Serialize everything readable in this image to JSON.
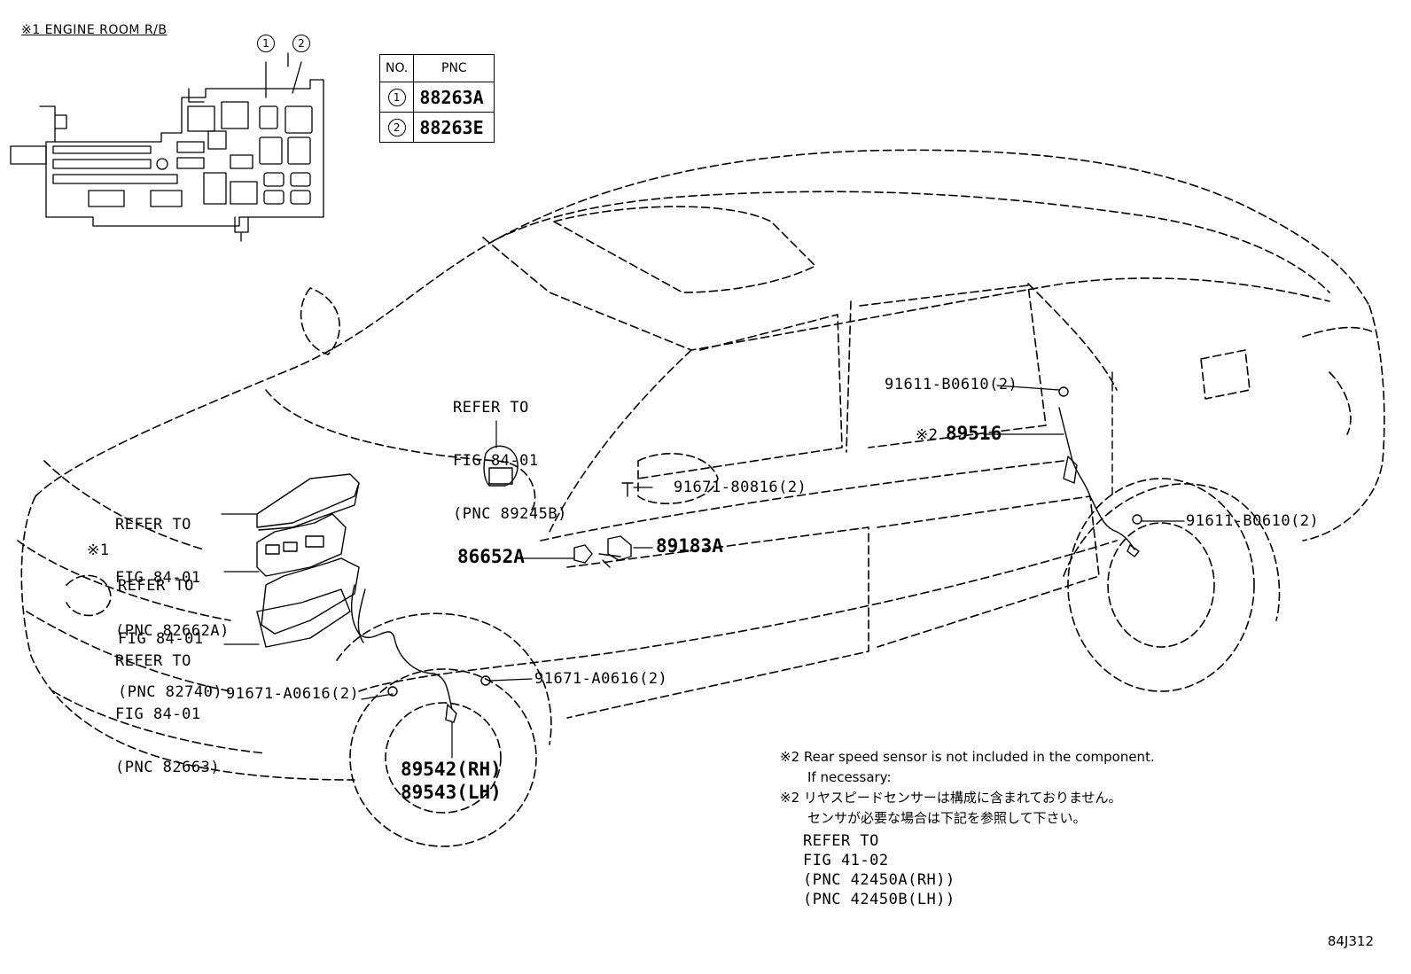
{
  "engine_room_title": "※1 ENGINE ROOM R/B",
  "inset_callouts": [
    "1",
    "2"
  ],
  "pnc_table": {
    "headers": [
      "NO.",
      "PNC"
    ],
    "rows": [
      {
        "no": "1",
        "pnc": "88263A"
      },
      {
        "no": "2",
        "pnc": "88263E"
      }
    ]
  },
  "labels": {
    "refer_89245b": [
      "REFER TO",
      "FIG 84-01",
      "(PNC 89245B)"
    ],
    "refer_82662a": [
      "REFER TO",
      "FIG 84-01",
      "(PNC 82662A)"
    ],
    "refer_82740_mark": "※1",
    "refer_82740": [
      "REFER TO",
      "FIG 84-01",
      "(PNC 82740)"
    ],
    "refer_82663": [
      "REFER TO",
      "FIG 84-01",
      "(PNC 82663)"
    ],
    "bolt_rear_upper": "91611-B0610(2)",
    "sensor_rear_mark": "※2",
    "sensor_rear": "89516",
    "bolt_door": "91671-80816(2)",
    "bolt_rear_lower": "91611-B0610(2)",
    "part_86652a": "86652A",
    "part_89183a": "89183A",
    "bolt_front_right": "91671-A0616(2)",
    "bolt_front_left": "91671-A0616(2)",
    "sensor_front_rh": "89542(RH)",
    "sensor_front_lh": "89543(LH)"
  },
  "note": {
    "line1": "※2 Rear speed sensor is not included in the component.",
    "line2": "If necessary:",
    "line3": "※2 リヤスピードセンサーは構成に含まれておりません。",
    "line4": "センサが必要な場合は下記を参照して下さい。",
    "refer": [
      "REFER TO",
      "FIG 41-02",
      "(PNC 42450A(RH))",
      "(PNC 42450B(LH))"
    ]
  },
  "figure_code": "84J312"
}
